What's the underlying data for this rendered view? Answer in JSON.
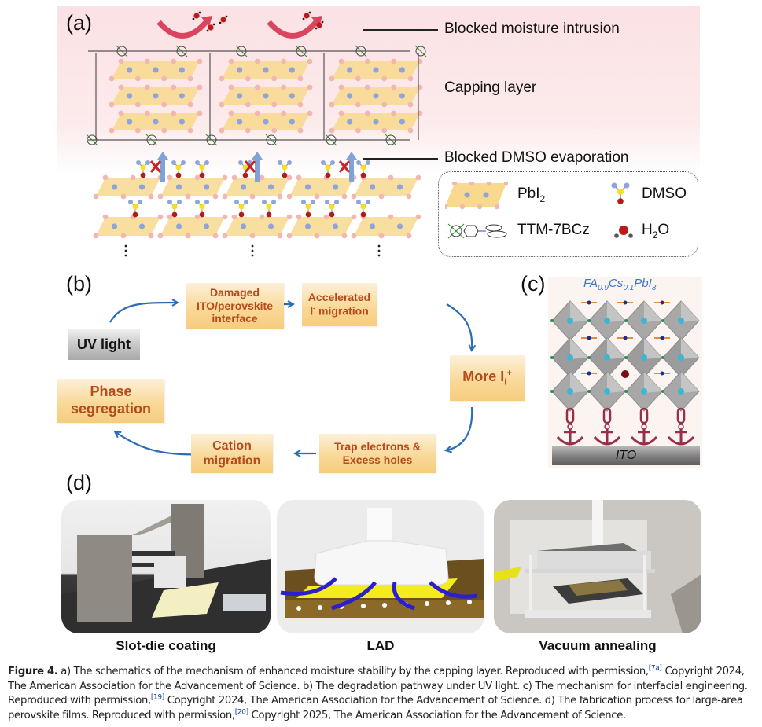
{
  "figure": {
    "panel_a": {
      "label": "(a)",
      "callouts": {
        "moisture": "Blocked moisture intrusion",
        "capping": "Capping layer",
        "dmso": "Blocked DMSO evaporation"
      },
      "legend": {
        "pbi2": {
          "base": "PbI",
          "sub": "2"
        },
        "dmso": "DMSO",
        "ttm": "TTM-7BCz",
        "h2o": {
          "base": "H",
          "sub": "2",
          "tail": "O"
        }
      },
      "colors": {
        "pbi2_fill": "#f8d98e",
        "iodide": "#f0b8b0",
        "lead": "#8fa4dc",
        "sulfur": "#f2e02a",
        "oxygen": "#b01c1c",
        "arrow_red": "#d9455f",
        "blue_arrow": "#7fa3d6"
      }
    },
    "panel_b": {
      "label": "(b)",
      "nodes": {
        "uv_light": "UV light",
        "damaged": [
          "Damaged",
          "ITO/perovskite",
          "interface"
        ],
        "accelerated": {
          "line1": "Accelerated",
          "line2_base": "I",
          "line2_sup": "-",
          "line2_tail": " migration"
        },
        "more_ii": {
          "base": "More I",
          "sub": "i",
          "sup": "+"
        },
        "trap": [
          "Trap electrons &",
          "Excess holes"
        ],
        "cation": [
          "Cation",
          "migration"
        ],
        "phase": [
          "Phase",
          "segregation"
        ]
      },
      "colors": {
        "arrow": "#2a6cb6",
        "text": "#b54a1c"
      }
    },
    "panel_c": {
      "label": "(c)",
      "formula": {
        "p1": "FA",
        "s1": "0.9",
        "p2": "Cs",
        "s2": "0.1",
        "p3": "PbI",
        "s3": "3"
      },
      "substrate": "ITO",
      "colors": {
        "formula": "#3b78c4",
        "anchor": "#9a2d47"
      }
    },
    "panel_d": {
      "label": "(d)",
      "steps": [
        "Slot-die coating",
        "LAD",
        "Vacuum annealing"
      ]
    },
    "caption": {
      "label": "Figure 4.",
      "text1": " a) The schematics of the mechanism of enhanced moisture stability by the capping layer. Reproduced with permission,",
      "ref1": "[7a]",
      "text2": " Copyright 2024, The American Association for the Advancement of Science. b) The degradation pathway under UV light. c) The mechanism for interfacial engineering. Reproduced with permission,",
      "ref2": "[19]",
      "text3": " Copyright 2024, The American Association for the Advancement of Science. d) The fabrication process for large-area perovskite films. Reproduced with permission,",
      "ref3": "[20]",
      "text4": " Copyright 2025, The American Association for the Advancement of Science."
    }
  }
}
